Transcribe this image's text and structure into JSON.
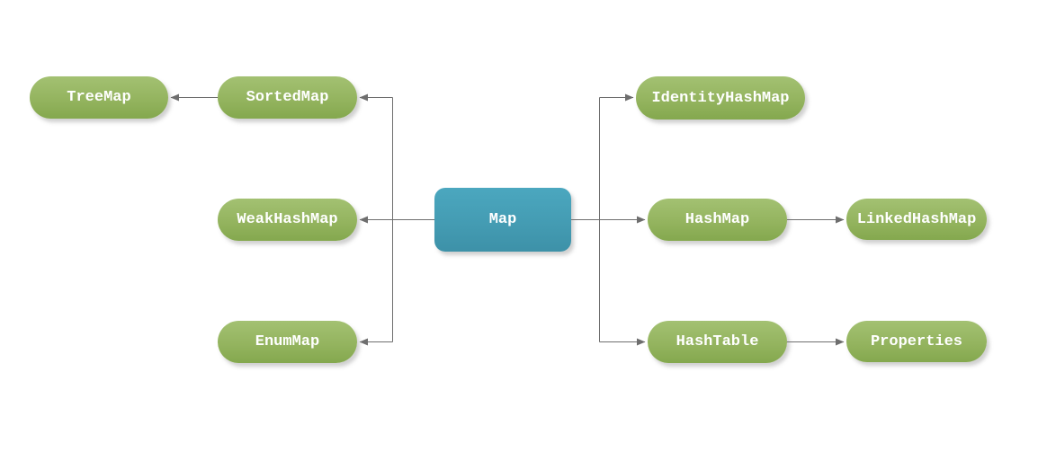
{
  "diagram": {
    "type": "hierarchy",
    "subject": "Java Map class hierarchy",
    "root": {
      "label": "Map"
    },
    "nodes": {
      "treemap": {
        "label": "TreeMap"
      },
      "sortedmap": {
        "label": "SortedMap"
      },
      "weakhashmap": {
        "label": "WeakHashMap"
      },
      "enummap": {
        "label": "EnumMap"
      },
      "identityhashmap": {
        "label": "IdentityHashMap"
      },
      "hashmap": {
        "label": "HashMap"
      },
      "linkedhashmap": {
        "label": "LinkedHashMap"
      },
      "hashtable": {
        "label": "HashTable"
      },
      "properties": {
        "label": "Properties"
      }
    },
    "edges": [
      {
        "from": "Map",
        "to": "SortedMap"
      },
      {
        "from": "SortedMap",
        "to": "TreeMap"
      },
      {
        "from": "Map",
        "to": "WeakHashMap"
      },
      {
        "from": "Map",
        "to": "EnumMap"
      },
      {
        "from": "Map",
        "to": "IdentityHashMap"
      },
      {
        "from": "Map",
        "to": "HashMap"
      },
      {
        "from": "HashMap",
        "to": "LinkedHashMap"
      },
      {
        "from": "Map",
        "to": "HashTable"
      },
      {
        "from": "HashTable",
        "to": "Properties"
      }
    ],
    "colors": {
      "node_fill_top": "#a3c172",
      "node_fill_bottom": "#84a84e",
      "root_fill_top": "#4ba7bf",
      "root_fill_bottom": "#3d91a8",
      "connector": "#6e6e6e",
      "label_text": "#ffffff",
      "background": "#ffffff"
    }
  }
}
